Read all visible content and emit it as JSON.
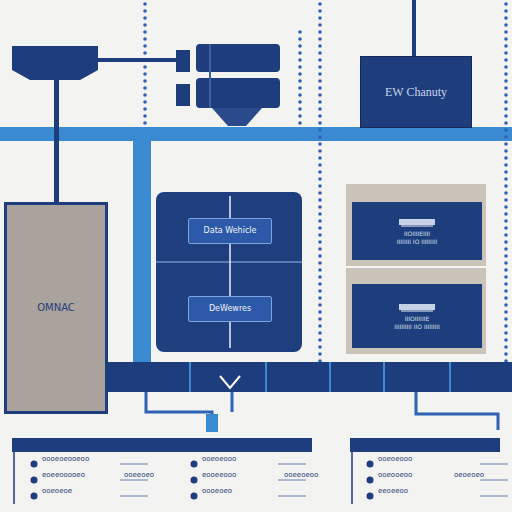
{
  "diagram": {
    "nodes": [
      {
        "text": [
          "EW Chanuty"
        ]
      },
      {
        "text": [
          "OMNAC"
        ]
      },
      {
        "text": [
          "Data Wehicle"
        ]
      },
      {
        "text": [
          "DeWewres"
        ]
      },
      {
        "text": [
          "IIOIIIIEIIII",
          "IIIIIIII IO IIIIIIIII"
        ]
      },
      {
        "text": [
          "IIIOIIIIIIE",
          "IIIIIIIIII IIO IIIIIIIII"
        ]
      }
    ],
    "edges": [
      {
        "from": 2,
        "to": 3,
        "arrow": "none"
      }
    ],
    "labels": [
      "oooeoeooeoo",
      "eoeeooooeo",
      "ooeoeoe",
      "ooeoeooo",
      "eooeeooo",
      "oooeoeo",
      "ooeoeooo",
      "ooeooeoo",
      "eeoeeoo",
      "ooeeoeo",
      "ooeeoeoo",
      "oeoeoeo"
    ]
  }
}
